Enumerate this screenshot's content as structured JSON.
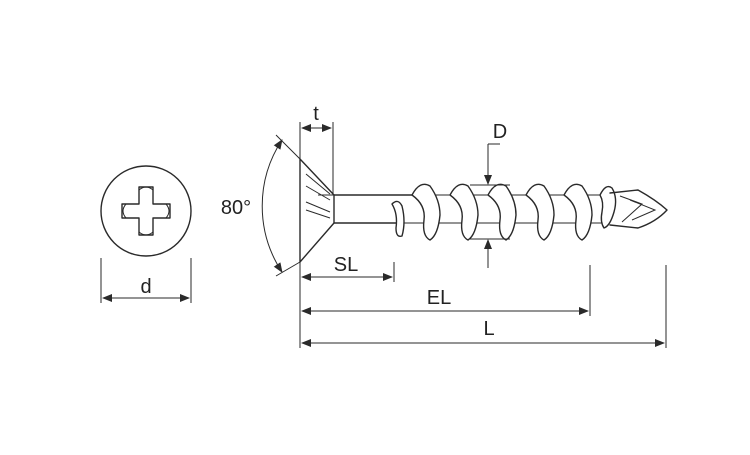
{
  "diagram": {
    "angle_label": "80°",
    "dimensions": {
      "t": "t",
      "D": "D",
      "d": "d",
      "SL": "SL",
      "EL": "EL",
      "L": "L"
    },
    "line_color": "#2a2a2a"
  }
}
